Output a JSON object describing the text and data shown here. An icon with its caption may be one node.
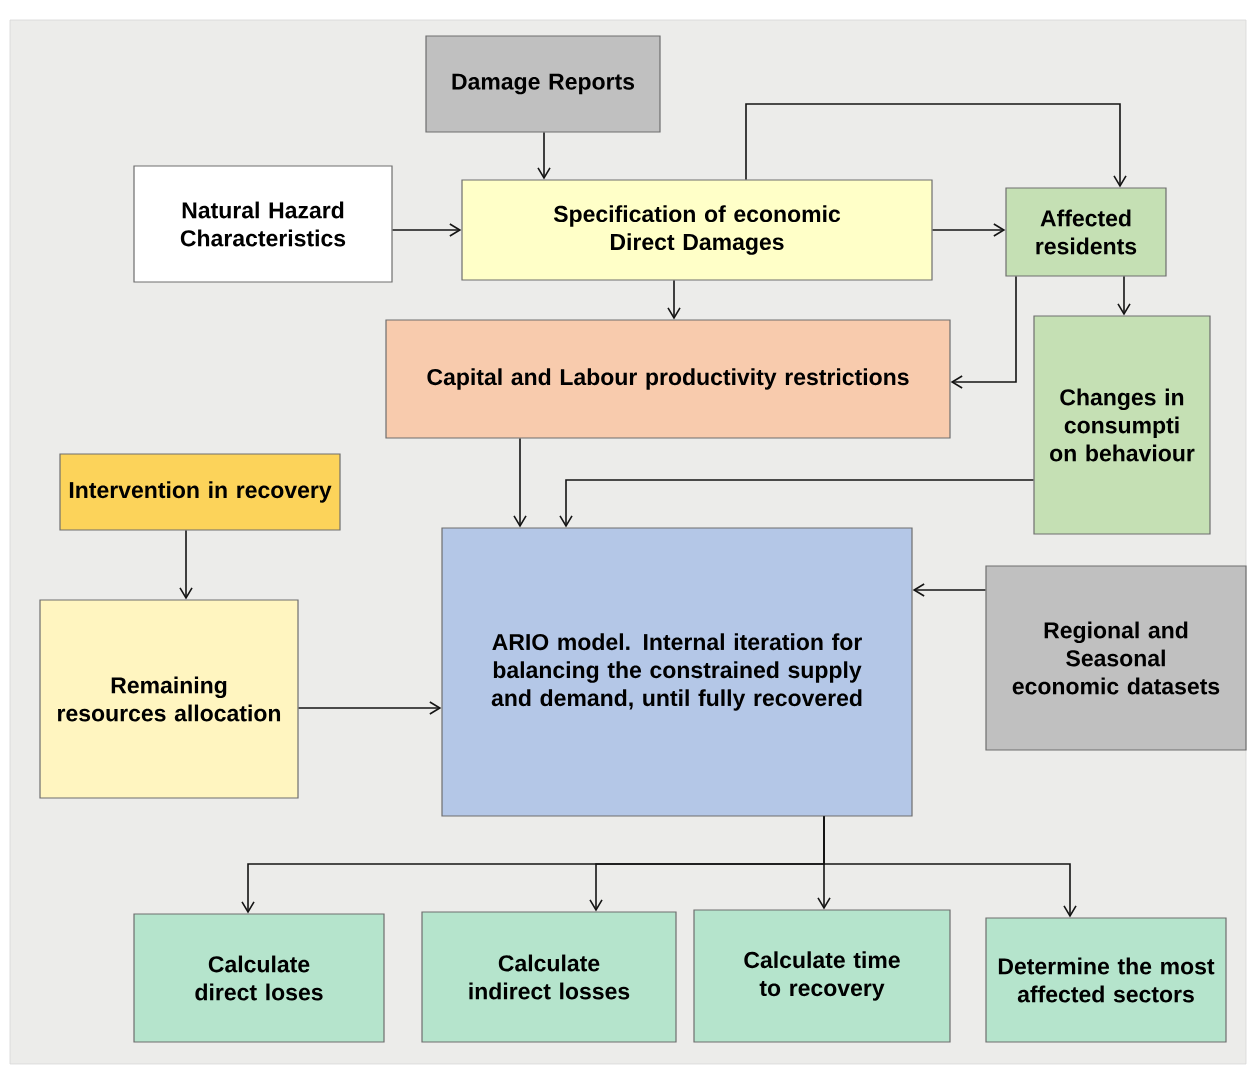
{
  "diagram": {
    "nodes": [
      {
        "text": [
          "Damage Reports"
        ]
      },
      {
        "text": [
          "Natural Hazard Characteristics"
        ]
      },
      {
        "text": [
          "Specification of economic Direct Damages"
        ]
      },
      {
        "text": [
          "Affected residents"
        ]
      },
      {
        "text": [
          "Capital and Labour productivity restrictions"
        ]
      },
      {
        "text": [
          "Changes in consumpti on behaviour"
        ]
      },
      {
        "text": [
          "Intervention in recovery"
        ]
      },
      {
        "text": [
          "Remaining resources allocation"
        ]
      },
      {
        "text": [
          "ARIO model. Internal iteration for balancing the constrained supply and demand, until fully recovered"
        ]
      },
      {
        "text": [
          "Regional and Seasonal economic datasets"
        ]
      },
      {
        "text": [
          "Calculate direct loses"
        ]
      },
      {
        "text": [
          "Calculate indirect losses"
        ]
      },
      {
        "text": [
          "Calculate time to recovery"
        ]
      },
      {
        "text": [
          "Determine the most affected sectors"
        ]
      }
    ],
    "edges": [
      {
        "from": 0,
        "to": 2,
        "arrow": "to"
      },
      {
        "from": 1,
        "to": 2,
        "arrow": "to"
      },
      {
        "from": 2,
        "to": 3,
        "arrow": "to"
      },
      {
        "from": 2,
        "to": 3,
        "arrow": "to"
      },
      {
        "from": 2,
        "to": 4,
        "arrow": "to"
      },
      {
        "from": 3,
        "to": 4,
        "arrow": "to"
      },
      {
        "from": 3,
        "to": 5,
        "arrow": "to"
      },
      {
        "from": 4,
        "to": 8,
        "arrow": "to"
      },
      {
        "from": 5,
        "to": 8,
        "arrow": "to"
      },
      {
        "from": 6,
        "to": 7,
        "arrow": "to"
      },
      {
        "from": 7,
        "to": 8,
        "arrow": "to"
      },
      {
        "from": 9,
        "to": 8,
        "arrow": "to"
      },
      {
        "from": 8,
        "to": 10,
        "arrow": "to"
      },
      {
        "from": 8,
        "to": 11,
        "arrow": "to"
      },
      {
        "from": 8,
        "to": 12,
        "arrow": "to"
      },
      {
        "from": 8,
        "to": 13,
        "arrow": "to"
      }
    ]
  }
}
